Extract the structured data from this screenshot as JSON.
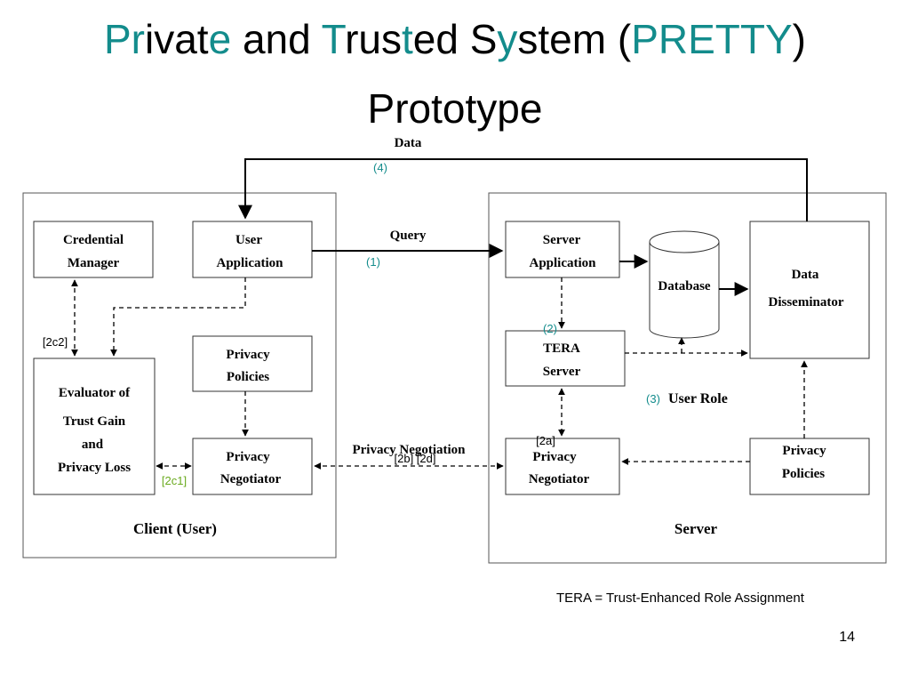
{
  "title": {
    "line1_parts": [
      {
        "text": "Pr",
        "highlight": true
      },
      {
        "text": "ivat",
        "highlight": false
      },
      {
        "text": "e",
        "highlight": true
      },
      {
        "text": " and ",
        "highlight": false
      },
      {
        "text": "T",
        "highlight": true
      },
      {
        "text": "rus",
        "highlight": false
      },
      {
        "text": "t",
        "highlight": true
      },
      {
        "text": "ed S",
        "highlight": false
      },
      {
        "text": "y",
        "highlight": true
      },
      {
        "text": "stem (",
        "highlight": false
      },
      {
        "text": "PRETTY",
        "highlight": true
      },
      {
        "text": ")",
        "highlight": false
      }
    ],
    "line2": "Prototype"
  },
  "colors": {
    "accent": "#138c8c",
    "step_label": "#138c8c",
    "green_label": "#6aaa1e",
    "ink": "#000000"
  },
  "client": {
    "label": "Client (User)",
    "credential_manager": [
      "Credential",
      "Manager"
    ],
    "user_application": [
      "User",
      "Application"
    ],
    "evaluator": [
      "Evaluator of",
      "Trust Gain",
      "and",
      "Privacy Loss"
    ],
    "privacy_policies": [
      "Privacy",
      "Policies"
    ],
    "privacy_negotiator": [
      "Privacy",
      "Negotiator"
    ]
  },
  "server": {
    "label": "Server",
    "server_application": [
      "Server",
      "Application"
    ],
    "database": "Database",
    "data_disseminator": [
      "Data",
      "Disseminator"
    ],
    "tera_server": [
      "TERA",
      "Server"
    ],
    "privacy_negotiator": [
      "Privacy",
      "Negotiator"
    ],
    "privacy_policies": [
      "Privacy",
      "Policies"
    ]
  },
  "edges": {
    "data": "Data",
    "query": "Query",
    "privacy_negotiation": "Privacy Negotiation",
    "user_role": "User Role"
  },
  "steps": {
    "s1": "(1)",
    "s2": "(2)",
    "s3": "(3)",
    "s4": "(4)",
    "s2a": "[2a]",
    "s2b2d": "[2b] [2d]",
    "s2c1": "[2c1]",
    "s2c2": "[2c2]"
  },
  "footnote": "TERA = Trust-Enhanced Role Assignment",
  "page_number": "14"
}
